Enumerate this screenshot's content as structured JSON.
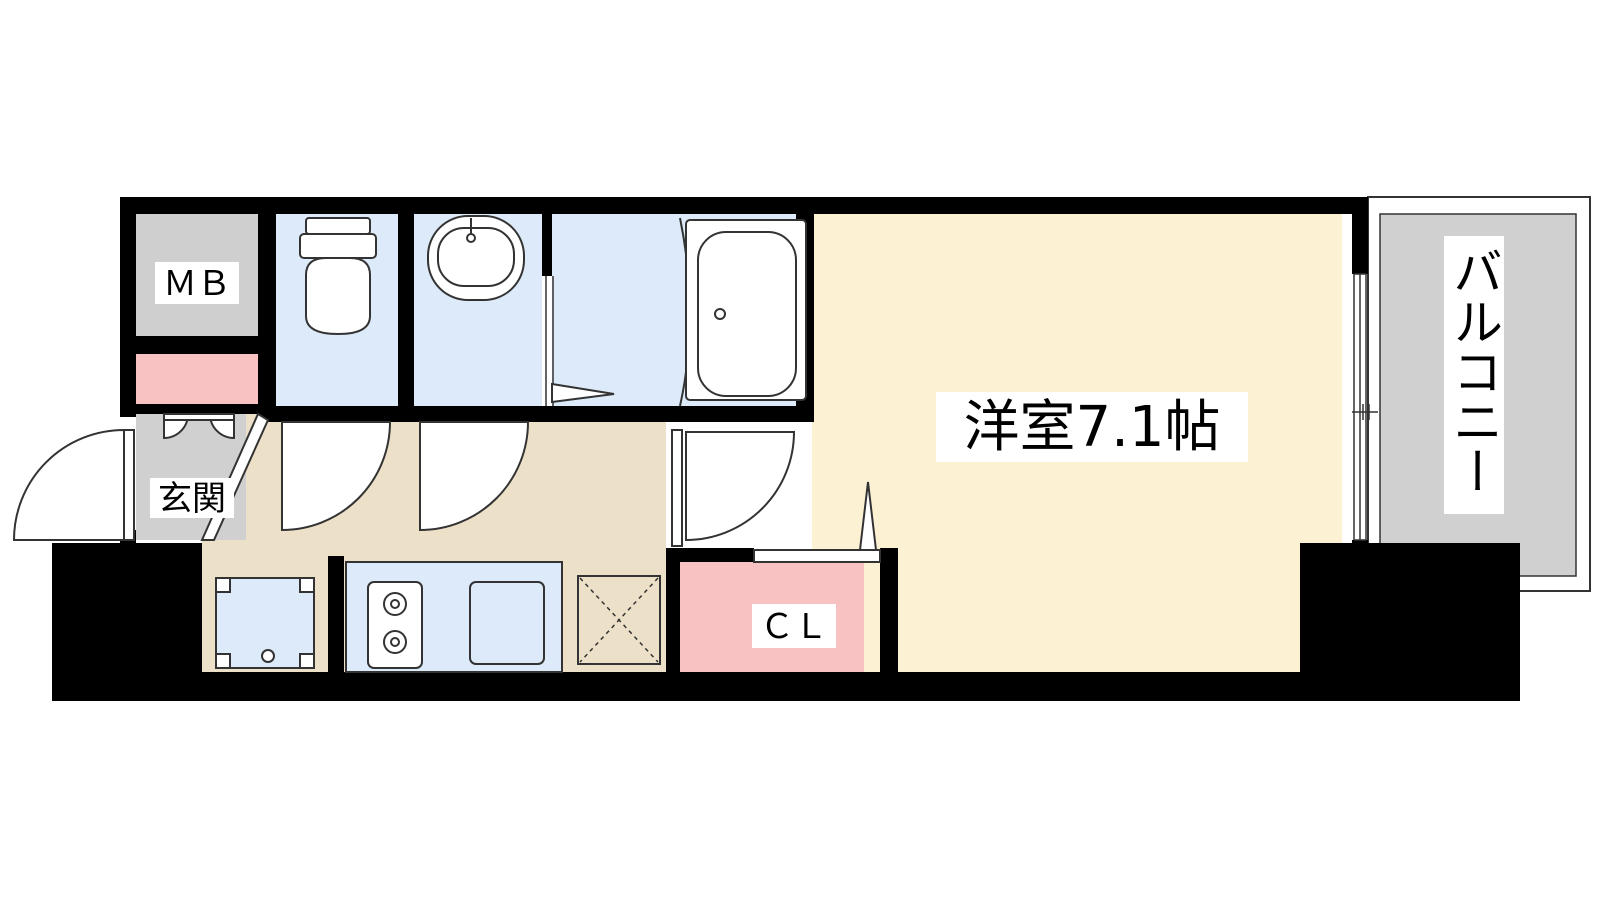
{
  "floor_plan": {
    "rooms": {
      "meter_box": {
        "label": "ＭＢ",
        "color": "#cfcfcf"
      },
      "entrance": {
        "label": "玄関",
        "color": "#d0d0d0"
      },
      "western_room": {
        "label": "洋室7.1帖",
        "color": "#fcf1d3"
      },
      "closet": {
        "label": "ＣＬ",
        "color": "#f9c2c2"
      },
      "balcony": {
        "label": "バルコニー",
        "color": "#d0d0d0"
      },
      "kitchen": {
        "color": "#ede0c8"
      },
      "wet_areas": {
        "color": "#dceaf9"
      },
      "shoe_storage": {
        "color": "#f9c2c2"
      }
    },
    "colors": {
      "wall": "#000000",
      "outline": "#333333",
      "label_background": "#ffffff"
    },
    "fixtures": [
      "toilet-icon",
      "washbasin-icon",
      "bathtub-icon",
      "stove-icon",
      "sink-icon",
      "washer-space-icon",
      "refrigerator-space-icon"
    ]
  }
}
